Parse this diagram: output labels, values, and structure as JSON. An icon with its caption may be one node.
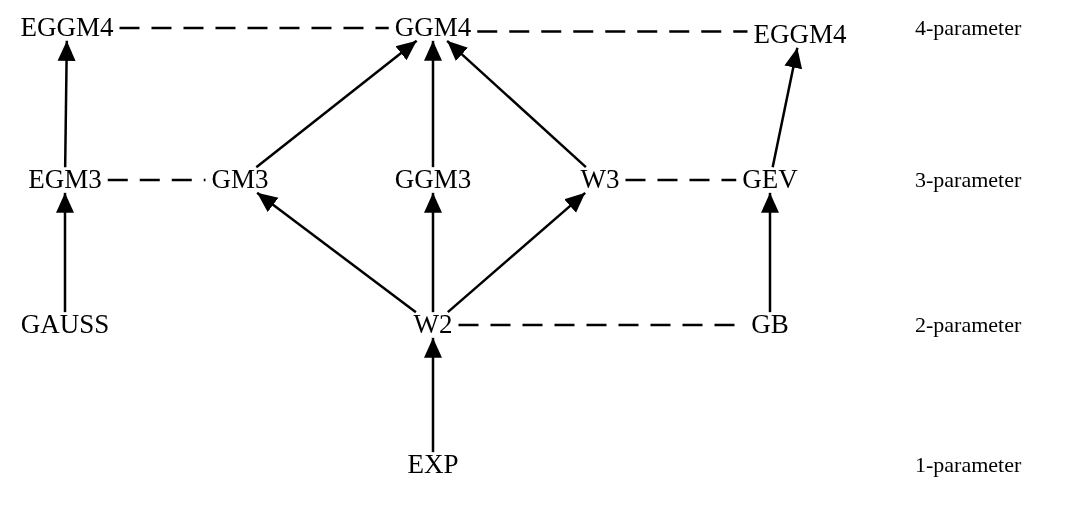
{
  "diagram": {
    "nodes": [
      {
        "text": [
          "EGGM4"
        ]
      },
      {
        "text": [
          "GGM4"
        ]
      },
      {
        "text": [
          "EGGM4"
        ]
      },
      {
        "text": [
          "EGM3"
        ]
      },
      {
        "text": [
          "GM3"
        ]
      },
      {
        "text": [
          "GGM3"
        ]
      },
      {
        "text": [
          "W3"
        ]
      },
      {
        "text": [
          "GEV"
        ]
      },
      {
        "text": [
          "GAUSS"
        ]
      },
      {
        "text": [
          "W2"
        ]
      },
      {
        "text": [
          "GB"
        ]
      },
      {
        "text": [
          "EXP"
        ]
      }
    ],
    "edges": [
      {
        "from": 0,
        "to": 1,
        "arrow": "none",
        "style": "dashed"
      },
      {
        "from": 1,
        "to": 2,
        "arrow": "none",
        "style": "dashed"
      },
      {
        "from": 3,
        "to": 0,
        "arrow": "to"
      },
      {
        "from": 4,
        "to": 1,
        "arrow": "to"
      },
      {
        "from": 5,
        "to": 1,
        "arrow": "to"
      },
      {
        "from": 6,
        "to": 1,
        "arrow": "to"
      },
      {
        "from": 7,
        "to": 2,
        "arrow": "to"
      },
      {
        "from": 3,
        "to": 4,
        "arrow": "none",
        "style": "dashed"
      },
      {
        "from": 6,
        "to": 7,
        "arrow": "none",
        "style": "dashed"
      },
      {
        "from": 8,
        "to": 3,
        "arrow": "to"
      },
      {
        "from": 9,
        "to": 4,
        "arrow": "to"
      },
      {
        "from": 9,
        "to": 5,
        "arrow": "to"
      },
      {
        "from": 9,
        "to": 6,
        "arrow": "to"
      },
      {
        "from": 10,
        "to": 7,
        "arrow": "to"
      },
      {
        "from": 9,
        "to": 10,
        "arrow": "none",
        "style": "dashed"
      },
      {
        "from": 11,
        "to": 9,
        "arrow": "to"
      }
    ],
    "labels": [
      "4-parameter",
      "3-parameter",
      "2-parameter",
      "1-parameter"
    ]
  }
}
